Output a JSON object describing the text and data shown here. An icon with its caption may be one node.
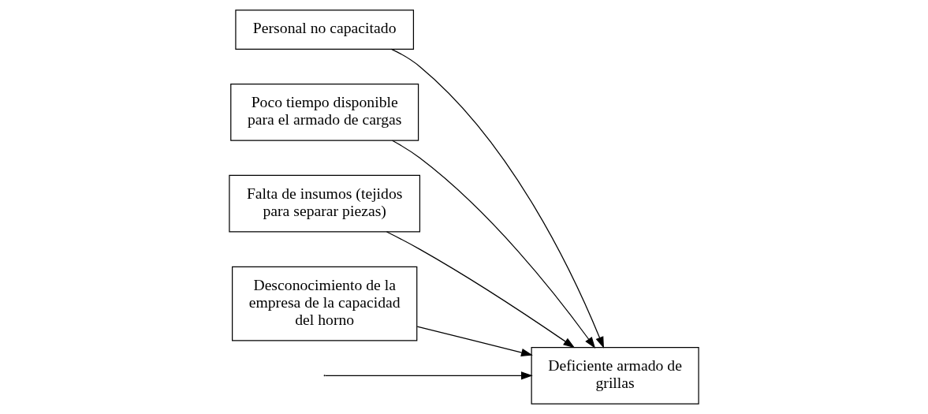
{
  "diagram": {
    "nodes": [
      {
        "text": [
          "Personal no capacitado"
        ]
      },
      {
        "text": [
          "Poco tiempo disponible para el armado de cargas"
        ]
      },
      {
        "text": [
          "Deficiente armado de grillas"
        ]
      },
      {
        "text": [
          "Falta de insumos (tejidos para separar piezas)"
        ]
      },
      {
        "text": [
          "Desconocimiento de la empresa de la capacidad del horno"
        ]
      }
    ],
    "edges": [
      {
        "from": null,
        "to": 2,
        "arrow": "to"
      },
      {
        "from": 0,
        "to": 2,
        "arrow": "to"
      },
      {
        "from": 1,
        "to": 2,
        "arrow": "to"
      },
      {
        "from": 3,
        "to": 2,
        "arrow": "to"
      },
      {
        "from": 4,
        "to": 2,
        "arrow": "to"
      }
    ]
  }
}
